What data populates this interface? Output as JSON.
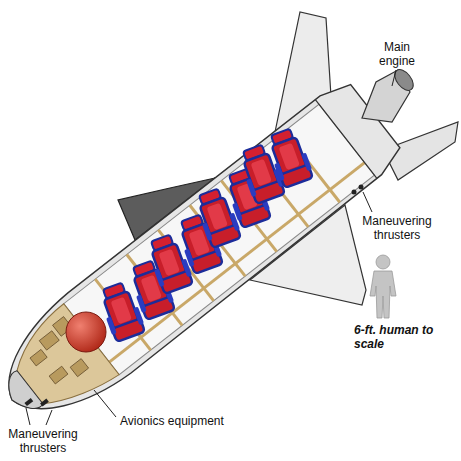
{
  "diagram": {
    "labels": [
      "Main engine",
      "Maneuvering thrusters",
      "6-ft. human to scale",
      "Avionics equipment",
      "Maneuvering thrusters"
    ]
  }
}
